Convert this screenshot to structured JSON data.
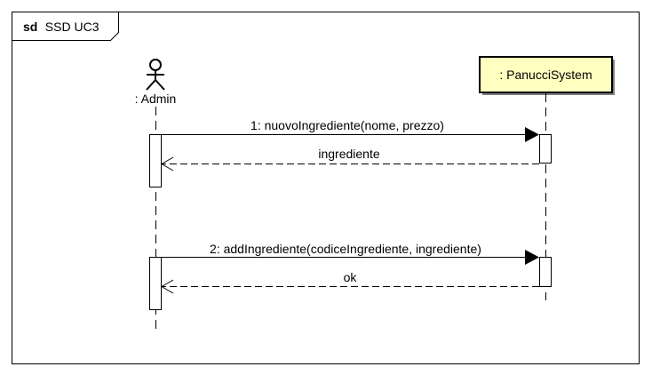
{
  "frame": {
    "keyword": "sd",
    "name": "SSD UC3"
  },
  "participants": {
    "actor": {
      "label": ": Admin",
      "icon": "stick-figure-actor-icon"
    },
    "system": {
      "label": ": PanucciSystem",
      "fill": "#ffffc0"
    }
  },
  "messages": [
    {
      "label": "1: nuovoIngrediente(nome, prezzo)",
      "kind": "synchronous-call"
    },
    {
      "label": "ingrediente",
      "kind": "return"
    },
    {
      "label": "2: addIngrediente(codiceIngrediente, ingrediente)",
      "kind": "synchronous-call"
    },
    {
      "label": "ok",
      "kind": "return"
    }
  ]
}
